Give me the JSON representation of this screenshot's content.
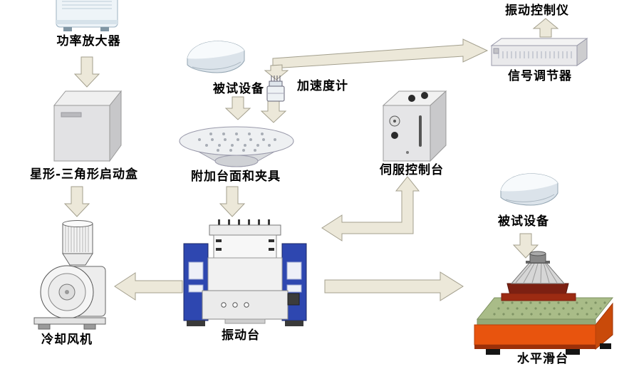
{
  "labels": {
    "power_amplifier": "功率放大器",
    "star_delta_starter": "星形-三角形启动盒",
    "cooling_fan": "冷却风机",
    "dut_top": "被试设备",
    "accelerometer": "加速度计",
    "fixture": "附加台面和夹具",
    "shaker": "振动台",
    "servo_console": "伺服控制台",
    "vibration_controller": "振动控制仪",
    "signal_conditioner": "信号调节器",
    "dut_right": "被试设备",
    "slip_table": "水平滑台"
  },
  "connections": [
    {
      "from": "power_amplifier",
      "to": "star_delta_starter",
      "direction": "down"
    },
    {
      "from": "star_delta_starter",
      "to": "cooling_fan",
      "direction": "down"
    },
    {
      "from": "dut_top",
      "to": "fixture",
      "direction": "down"
    },
    {
      "from": "accelerometer",
      "to": "fixture",
      "direction": "down"
    },
    {
      "from": "accelerometer",
      "to": "signal_conditioner",
      "direction": "right"
    },
    {
      "from": "signal_conditioner",
      "to": "vibration_controller",
      "direction": "up"
    },
    {
      "from": "fixture",
      "to": "shaker",
      "direction": "down"
    },
    {
      "from": "shaker",
      "to": "cooling_fan",
      "direction": "left"
    },
    {
      "from": "shaker",
      "to": "slip_table",
      "direction": "right"
    },
    {
      "from": "shaker",
      "to": "servo_console",
      "direction": "elbow-bidirectional"
    },
    {
      "from": "dut_right",
      "to": "slip_table",
      "direction": "down"
    }
  ],
  "colors": {
    "background": "#FFFFFF",
    "arrow_fill": "#ECE8D9",
    "arrow_border": "#A39F8D",
    "shaker_blue": "#2E47B0",
    "slip_orange": "#E8540E",
    "slip_green": "#A9BC88",
    "label_text": "#000000"
  }
}
